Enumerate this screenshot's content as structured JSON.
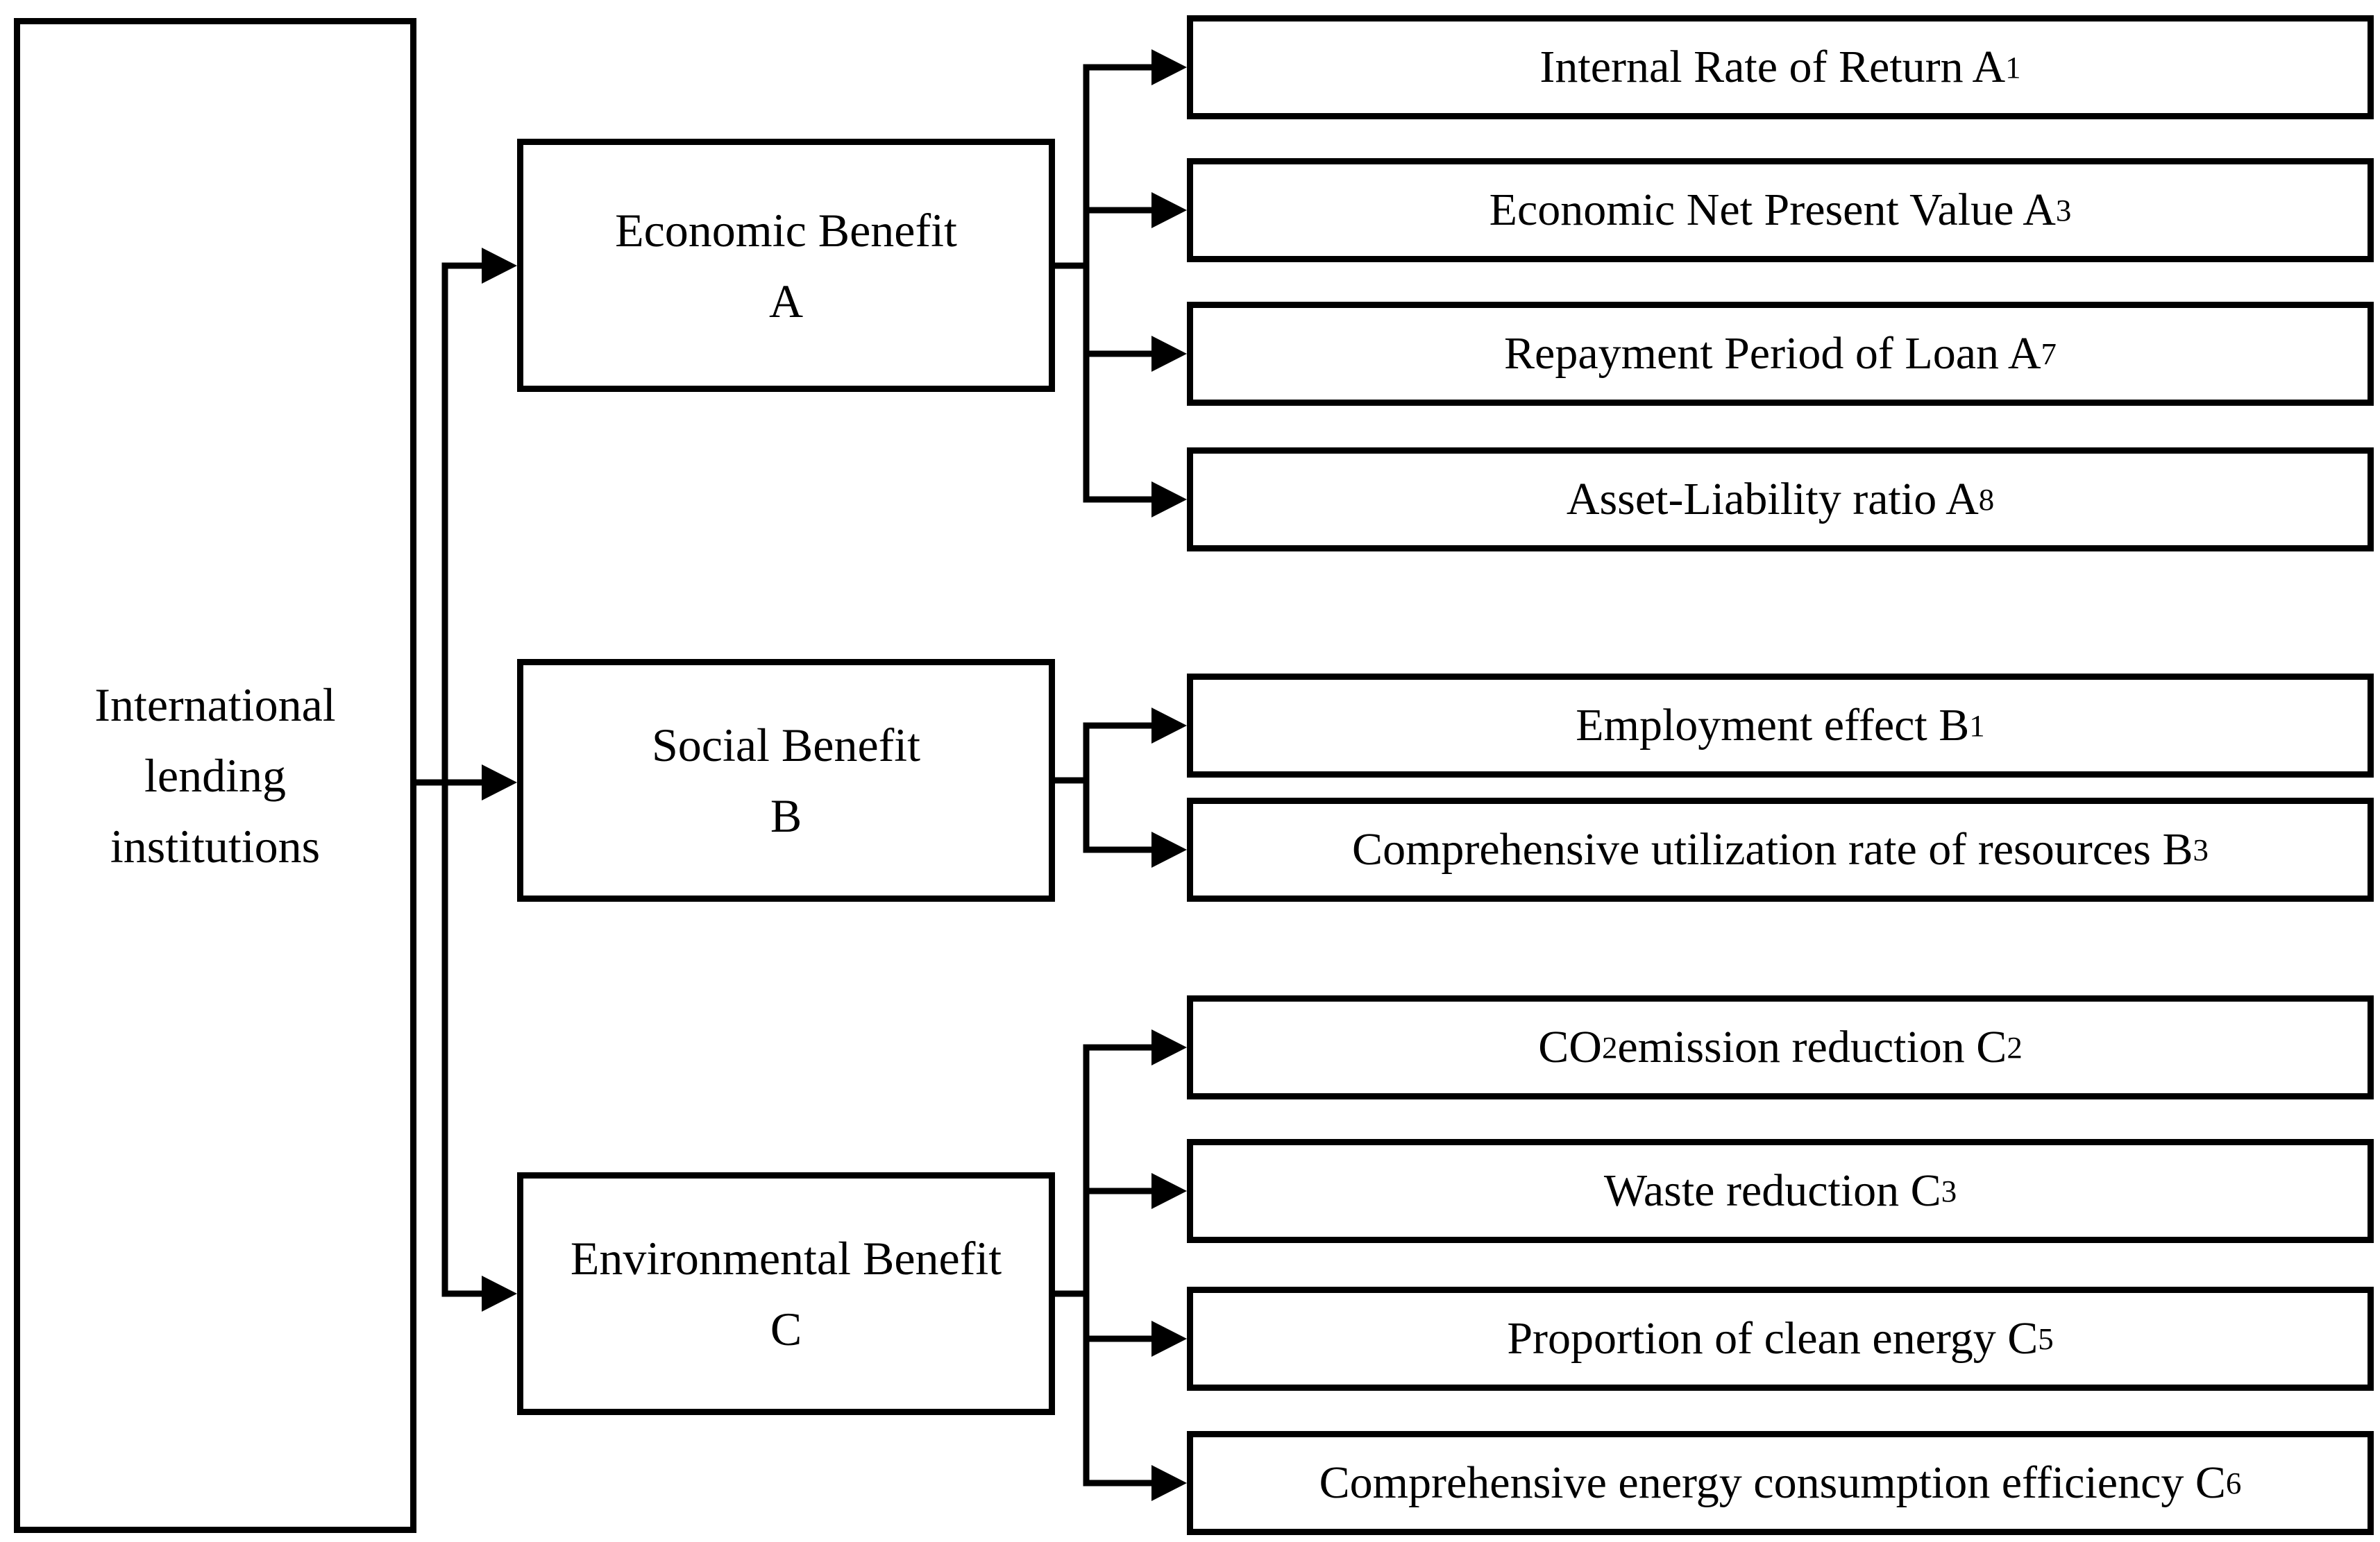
{
  "colors": {
    "line": "#000000",
    "text": "#000000",
    "background": "#ffffff"
  },
  "root": {
    "lines": [
      "International",
      "lending",
      "institutions"
    ]
  },
  "branches": [
    {
      "id": "A",
      "title": [
        "Economic Benefit",
        "A"
      ],
      "leaves": [
        {
          "id": "A1",
          "parts": [
            {
              "t": "Internal Rate of Return A"
            },
            {
              "s": "1"
            }
          ]
        },
        {
          "id": "A3",
          "parts": [
            {
              "t": "Economic Net Present Value A"
            },
            {
              "s": "3"
            }
          ]
        },
        {
          "id": "A7",
          "parts": [
            {
              "t": "Repayment Period of Loan A"
            },
            {
              "s": "7"
            }
          ]
        },
        {
          "id": "A8",
          "parts": [
            {
              "t": "Asset-Liability ratio A"
            },
            {
              "s": "8"
            }
          ]
        }
      ]
    },
    {
      "id": "B",
      "title": [
        "Social Benefit",
        "B"
      ],
      "leaves": [
        {
          "id": "B1",
          "parts": [
            {
              "t": "Employment effect B"
            },
            {
              "s": "1"
            }
          ]
        },
        {
          "id": "B3",
          "parts": [
            {
              "t": "Comprehensive utilization rate of resources B"
            },
            {
              "s": "3"
            }
          ]
        }
      ]
    },
    {
      "id": "C",
      "title": [
        "Environmental Benefit",
        "C"
      ],
      "leaves": [
        {
          "id": "C2",
          "parts": [
            {
              "t": "CO"
            },
            {
              "s": "2"
            },
            {
              "t": " emission reduction C"
            },
            {
              "s": "2"
            }
          ]
        },
        {
          "id": "C3",
          "parts": [
            {
              "t": "Waste reduction C"
            },
            {
              "s": "3"
            }
          ]
        },
        {
          "id": "C5",
          "parts": [
            {
              "t": "Proportion of clean energy C"
            },
            {
              "s": "5"
            }
          ]
        },
        {
          "id": "C6",
          "parts": [
            {
              "t": "Comprehensive energy consumption efficiency C"
            },
            {
              "s": "6"
            }
          ]
        }
      ]
    }
  ]
}
